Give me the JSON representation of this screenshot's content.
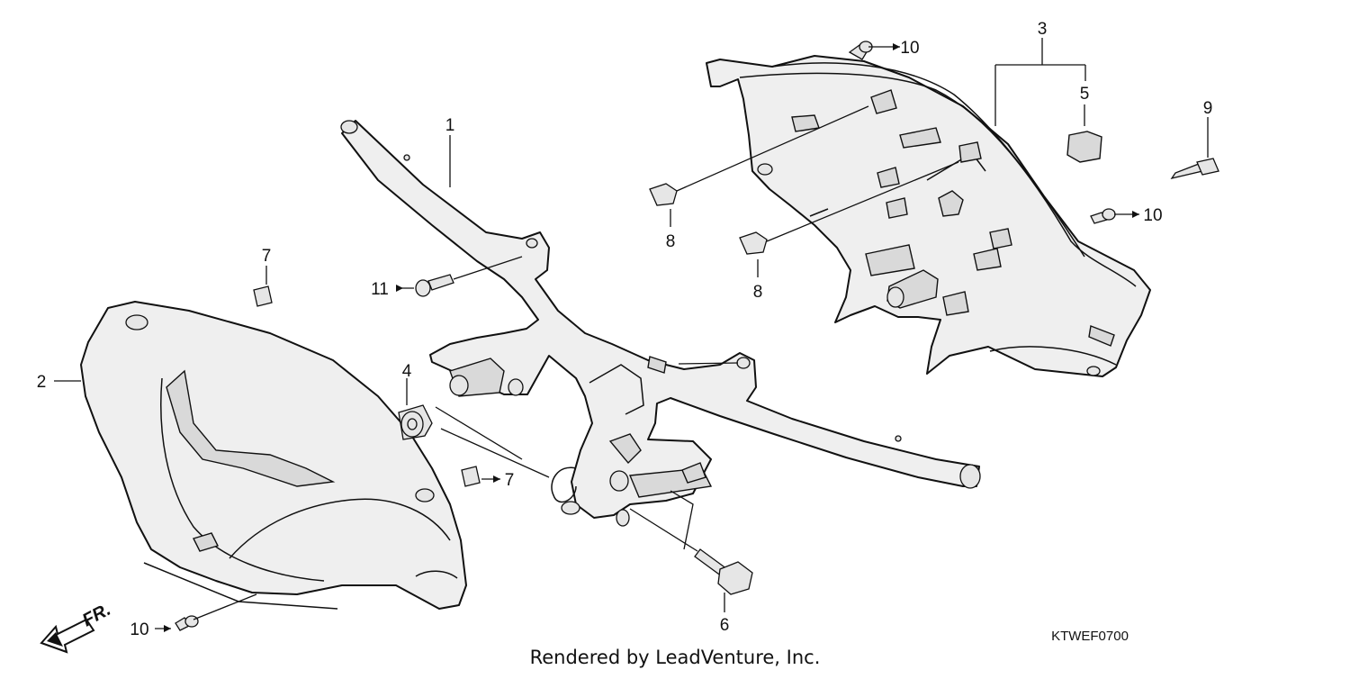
{
  "callouts": [
    {
      "id": "c1",
      "label": "1"
    },
    {
      "id": "c2",
      "label": "2"
    },
    {
      "id": "c3",
      "label": "3"
    },
    {
      "id": "c4",
      "label": "4"
    },
    {
      "id": "c5",
      "label": "5"
    },
    {
      "id": "c6",
      "label": "6"
    },
    {
      "id": "c7a",
      "label": "7"
    },
    {
      "id": "c7b",
      "label": "7"
    },
    {
      "id": "c8a",
      "label": "8"
    },
    {
      "id": "c8b",
      "label": "8"
    },
    {
      "id": "c9",
      "label": "9"
    },
    {
      "id": "c10a",
      "label": "10"
    },
    {
      "id": "c10b",
      "label": "10"
    },
    {
      "id": "c10c",
      "label": "10"
    },
    {
      "id": "c11",
      "label": "11"
    }
  ],
  "direction_marker": "FR.",
  "diagram_code": "KTWEF0700",
  "credit": "Rendered by LeadVenture, Inc."
}
